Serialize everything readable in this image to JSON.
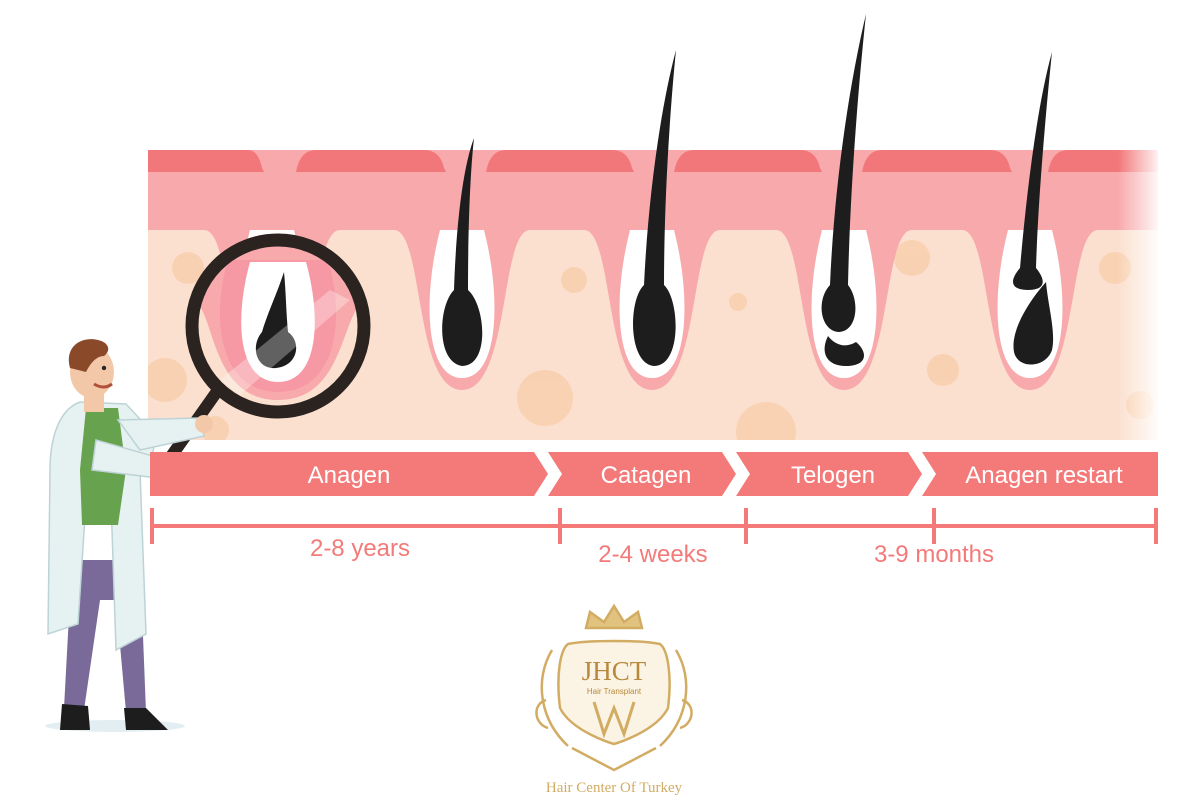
{
  "phases": [
    {
      "label": "Anagen"
    },
    {
      "label": "Catagen"
    },
    {
      "label": "Telogen"
    },
    {
      "label": "Anagen restart"
    }
  ],
  "durations": [
    {
      "label": "2-8 years"
    },
    {
      "label": "2-4 weeks"
    },
    {
      "label": "3-9 months"
    }
  ],
  "brand": {
    "letters": "JHCT",
    "sub": "Hair Transplant",
    "name": "Hair Center Of Turkey"
  },
  "colors": {
    "arrow": "#f47a7a",
    "skin_top": "#f2777a",
    "skin_mid": "#f8a9ab",
    "dermis": "#fbe0cf",
    "follicle": "#f590a0",
    "hair": "#1d1d1d",
    "gold": "#d2ac63",
    "coat": "#e6f1f1",
    "sweater": "#67a24e",
    "pants": "#7a6a9a"
  }
}
